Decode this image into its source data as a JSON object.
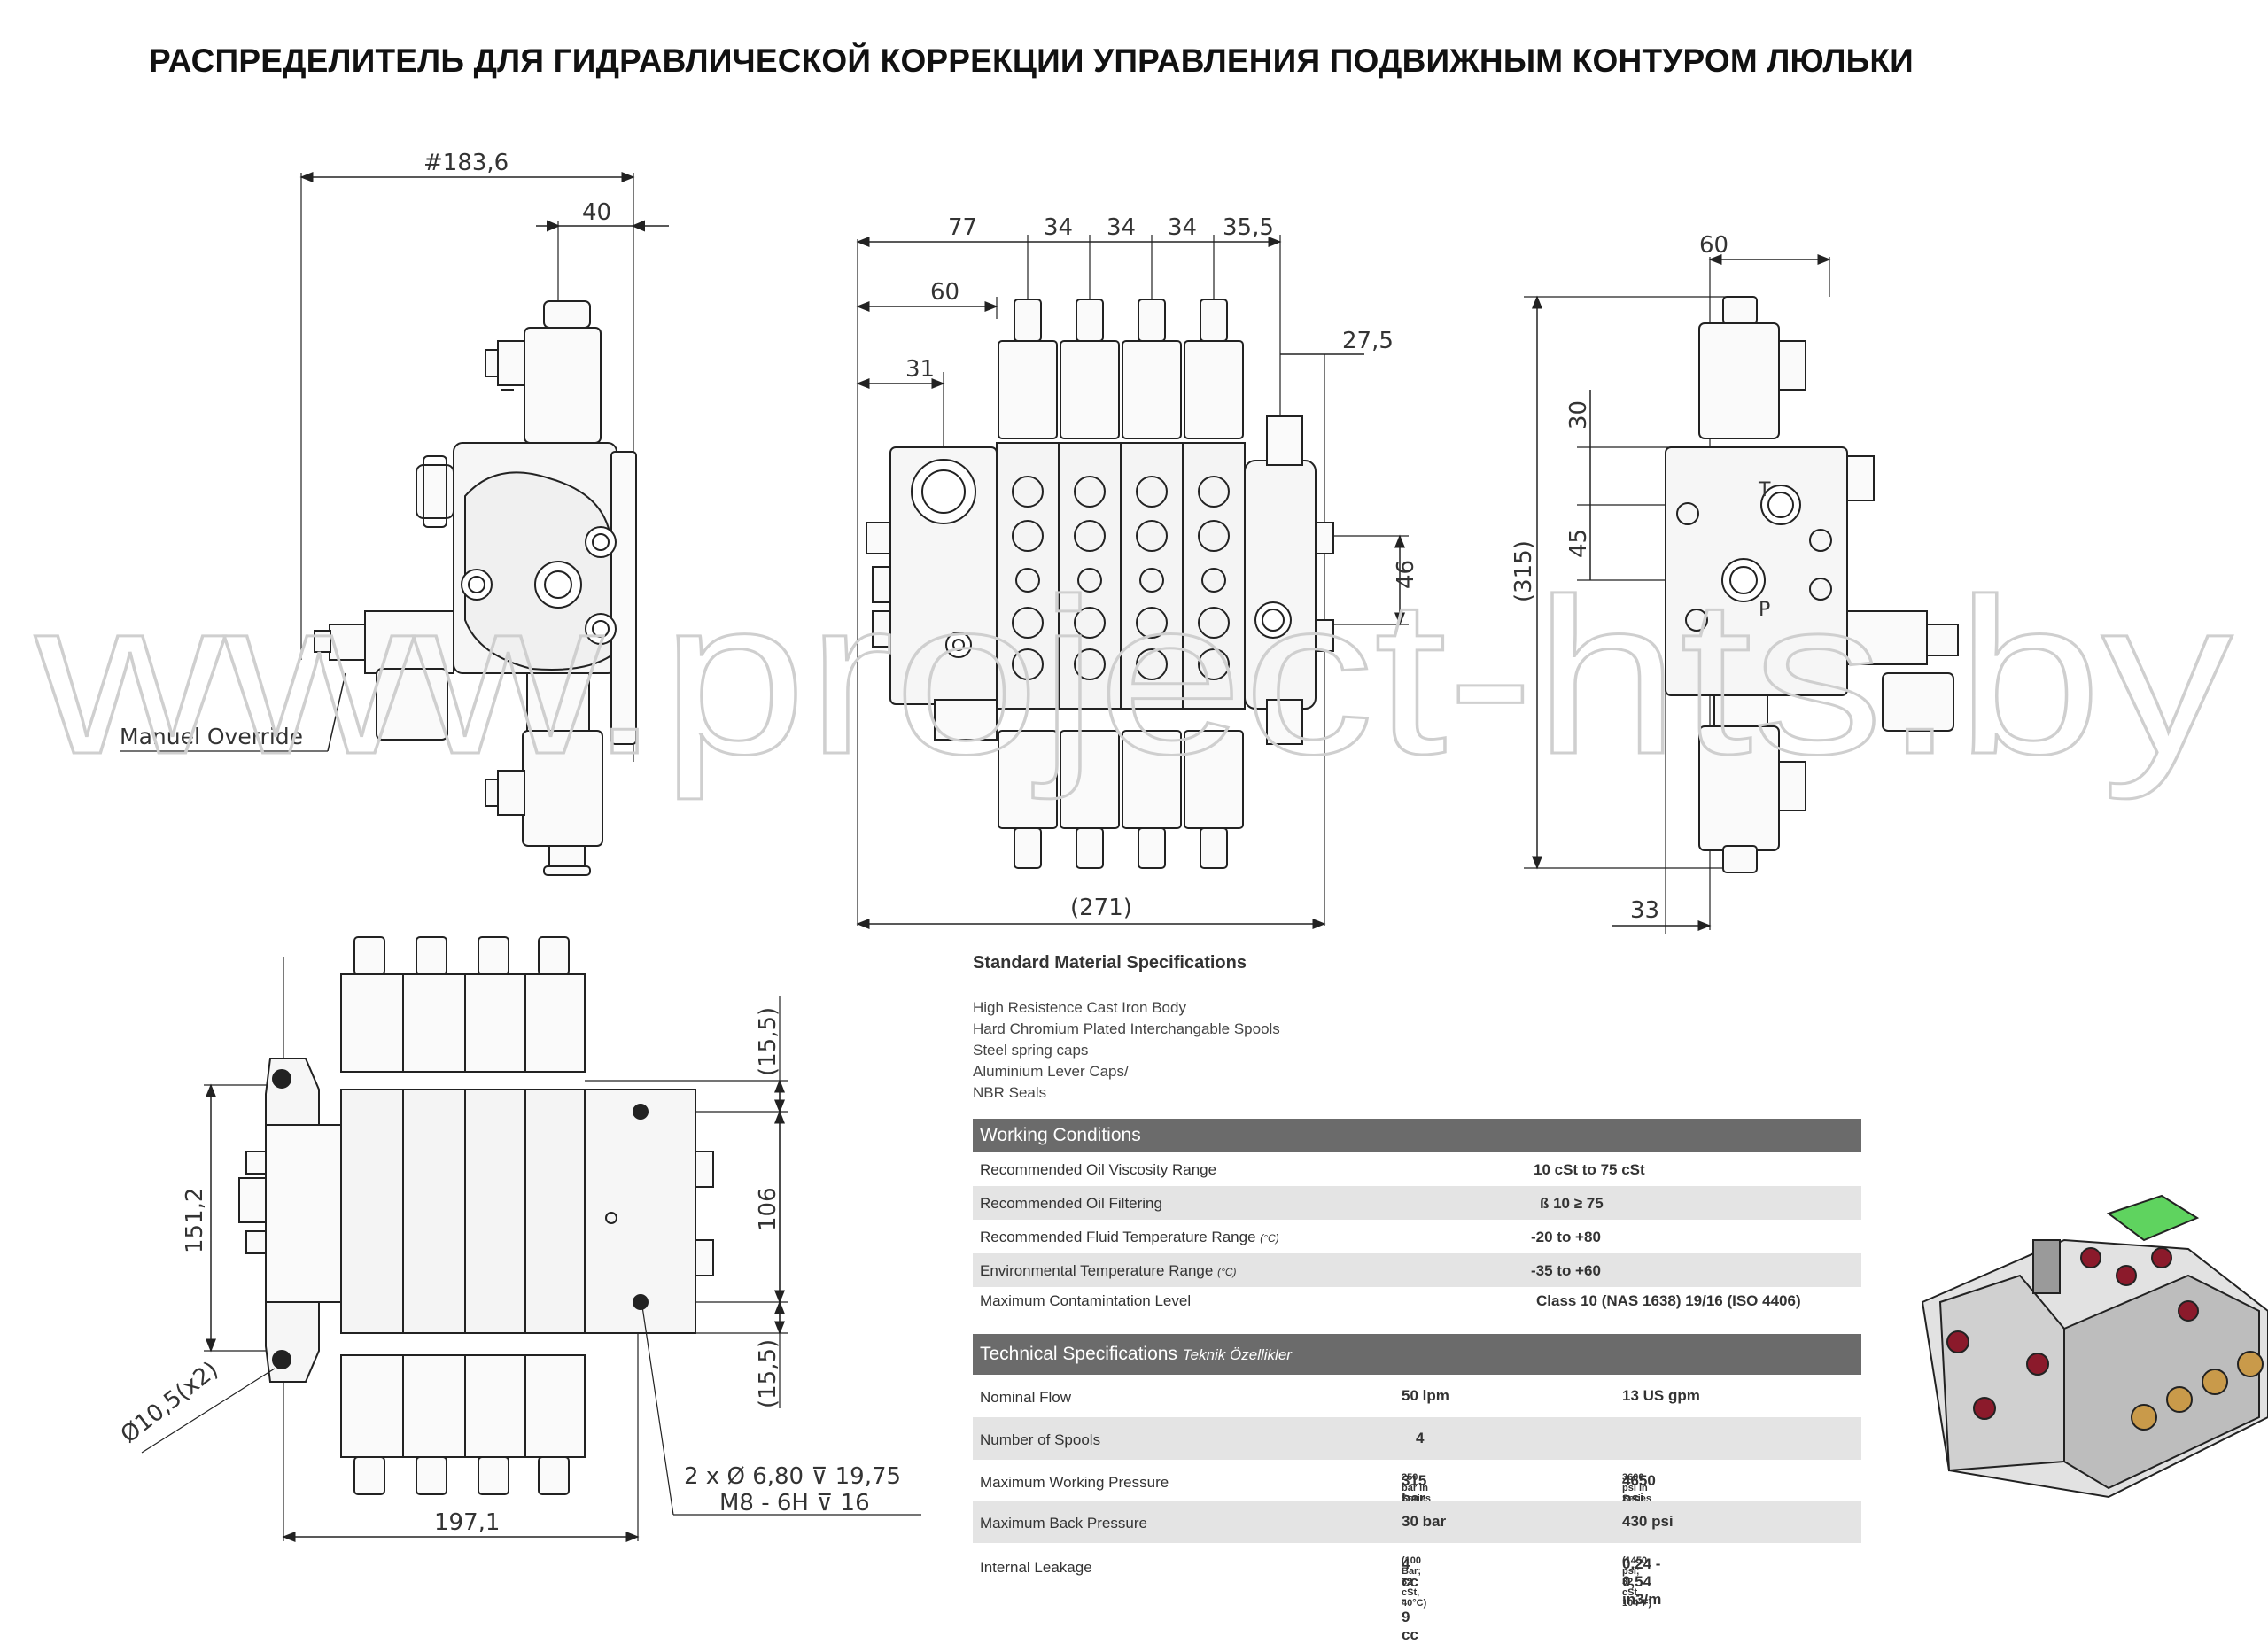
{
  "title": "РАСПРЕДЕЛИТЕЛЬ ДЛЯ ГИДРАВЛИЧЕСКОЙ КОРРЕКЦИИ УПРАВЛЕНИЯ ПОДВИЖНЫМ КОНТУРОМ ЛЮЛЬКИ",
  "watermark": "www.project-hts.by",
  "dims": {
    "side_total": "#183,6",
    "side_40": "40",
    "manual_override": "Manuel Override",
    "front_77": "77",
    "front_34a": "34",
    "front_34b": "34",
    "front_34c": "34",
    "front_35_5": "35,5",
    "front_60": "60",
    "front_31": "31",
    "front_27_5": "27,5",
    "front_46": "46",
    "front_271": "(271)",
    "right_60": "60",
    "right_30": "30",
    "right_45": "45",
    "right_315": "(315)",
    "right_33": "33",
    "port_t": "T",
    "port_p": "P",
    "bottom_15_5_top": "(15,5)",
    "bottom_106": "106",
    "bottom_15_5_bottom": "(15,5)",
    "bottom_151_2": "151,2",
    "bottom_hole": "Ø10,5(x2)",
    "bottom_thread_1": "2 x Ø 6,80 ⊽ 19,75",
    "bottom_thread_2": "M8 - 6H ⊽ 16",
    "bottom_197_1": "197,1"
  },
  "material": {
    "heading": "Standard Material Specifications",
    "items": [
      "High Resistence Cast Iron Body",
      "Hard Chromium Plated Interchangable Spools",
      "Steel spring caps",
      "Aluminium Lever Caps/",
      "NBR Seals"
    ]
  },
  "working": {
    "heading": "Working Conditions",
    "rows": [
      {
        "label": "Recommended Oil Viscosity Range",
        "unit": "",
        "value": "10 cSt to 75 cSt"
      },
      {
        "label": "Recommended Oil Filtering",
        "unit": "",
        "value": "ß 10 ≥ 75"
      },
      {
        "label": "Recommended Fluid Temperature Range",
        "unit": "(°C)",
        "value": "-20 to +80"
      },
      {
        "label": "Environmental Temperature Range",
        "unit": "(°C)",
        "value": "-35 to +60"
      },
      {
        "label": "Maximum Contamintation Level",
        "unit": "",
        "value": "Class 10 (NAS 1638)  19/16 (ISO 4406)"
      }
    ]
  },
  "technical": {
    "heading": "Technical Specifications",
    "heading_sub": "Teknik  Özellikler",
    "rows": [
      {
        "label": "Nominal Flow",
        "v1": "50 lpm",
        "v1_sub": "",
        "v2": "13 US gpm",
        "v2_sub": ""
      },
      {
        "label": "Number of Spools",
        "v1": "4",
        "v1_sub": "",
        "v2": "",
        "v2_sub": ""
      },
      {
        "label": "Maximum Working Pressure",
        "v1": "315 bar",
        "v1_sub": "250 bar in Series Circuit",
        "v2": "4650 psi",
        "v2_sub": "3600 psi in Series Circuit"
      },
      {
        "label": "Maximum Back Pressure",
        "v1": "30 bar",
        "v1_sub": "",
        "v2": "430 psi",
        "v2_sub": ""
      },
      {
        "label": "Internal Leakage",
        "v1": "4 cc - 9 cc",
        "v1_sub": "(100 Bar; 32 cSt, 40°C)",
        "v2": "0,24 - 0,54 in3/m",
        "v2_sub": "(1450 psi; 32 cSt, 104°F)"
      }
    ]
  },
  "colors": {
    "line": "#222222",
    "body_fill": "#f2f2f2",
    "header_bg": "#6b6b6b",
    "alt_row": "#e4e4e4",
    "render_green": "#5fd35f",
    "render_red": "#8b1a2b",
    "watermark": "#cfcfcf"
  }
}
